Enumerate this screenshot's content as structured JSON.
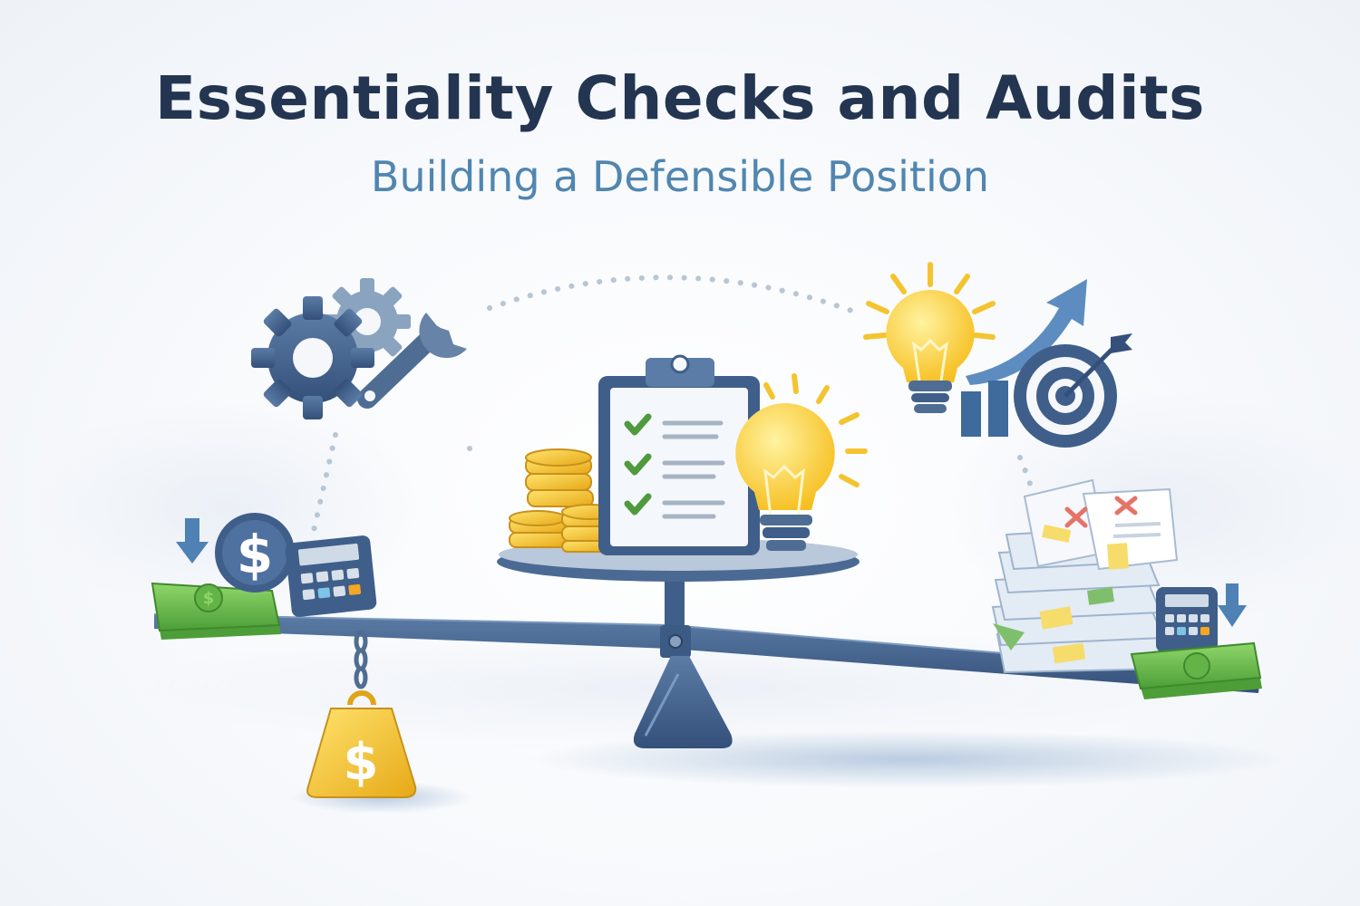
{
  "header": {
    "title": "Essentiality Checks and Audits",
    "subtitle": "Building a Defensible Position"
  },
  "illustration": {
    "description": "Balance scale illustration weighing costs against audit documentation",
    "center": {
      "items": [
        "clipboard-checklist-icon",
        "gold-coin-stacks",
        "lightbulb-icon"
      ],
      "checklist_rows": 3
    },
    "left_pan": {
      "items": [
        "cash-stack",
        "dollar-coin-icon",
        "calculator-icon",
        "down-arrow-icon"
      ],
      "hanging_weight_symbol": "$"
    },
    "right_pan": {
      "items": [
        "paper-stack-with-sticky-notes",
        "rejected-documents-x",
        "calculator-icon",
        "cash-stack",
        "down-arrow-icon"
      ]
    },
    "top_left": [
      "gears-icon",
      "wrench-icon"
    ],
    "top_right": [
      "lightbulb-icon",
      "growth-arrow-icon",
      "bar-chart-icon",
      "target-with-arrow-icon"
    ]
  },
  "colors": {
    "title": "#233550",
    "subtitle": "#5186b0",
    "steel_blue": "#3f5f8a",
    "gold": "#f4c430",
    "green_check": "#4f9a3c",
    "cash_green": "#6bbf4e",
    "red_x": "#e57368",
    "dots": "#b8c6d4"
  }
}
